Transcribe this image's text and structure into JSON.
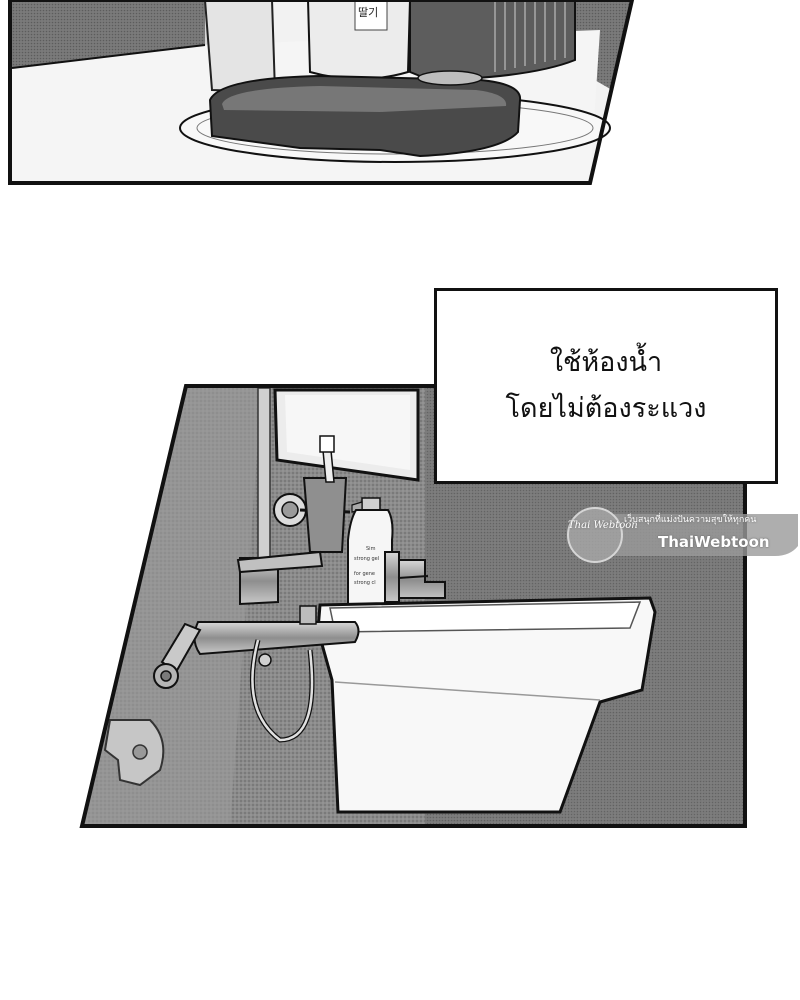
{
  "caption": {
    "line1": "ใช้ห้องน้ำ",
    "line2": "โดยไม่ต้องระแวง"
  },
  "watermark": {
    "site": "ThaiWebtoon",
    "tagline": "เว็บสนุกที่แม่งปันความสุขให้ทุกคน",
    "logo": "Thai Webtoon"
  },
  "scene": {
    "top_panel": "kitchen-counter-with-bread-and-bottle",
    "bottom_panel": "bathroom-sink-with-faucet-and-soap",
    "colors": {
      "ink": "#111111",
      "wall": "#8a8a8a",
      "wall_light": "#b5b5b5",
      "ceramic": "#f4f4f4"
    }
  }
}
